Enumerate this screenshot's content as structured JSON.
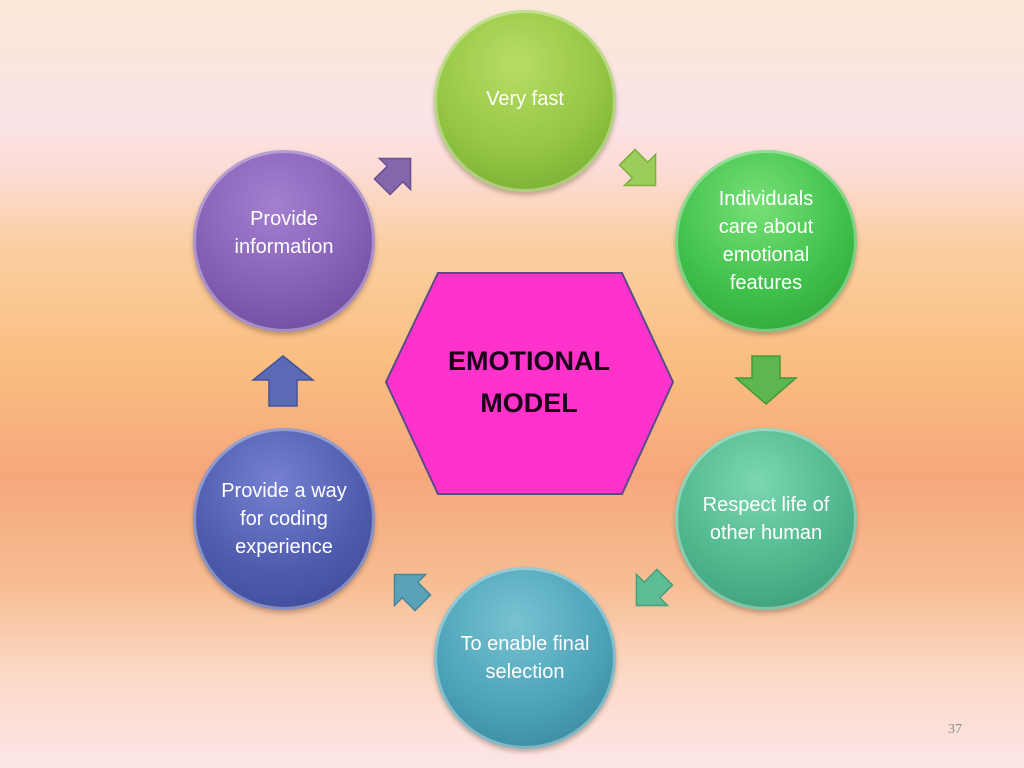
{
  "diagram": {
    "center": {
      "label": "EMOTIONAL MODEL",
      "color": "#ff33cc"
    },
    "nodes": [
      {
        "id": "very-fast",
        "label": "Very fast",
        "color": "#93c542"
      },
      {
        "id": "individuals-care",
        "label": "Individuals care about emotional features",
        "color": "#3fc04a"
      },
      {
        "id": "respect-life",
        "label": "Respect life of other human",
        "color": "#4fb68c"
      },
      {
        "id": "enable-selection",
        "label": "To enable final selection",
        "color": "#4ba2b6"
      },
      {
        "id": "coding-experience",
        "label": "Provide a way for coding experience",
        "color": "#4f5cad"
      },
      {
        "id": "provide-information",
        "label": "Provide information",
        "color": "#8460b4"
      }
    ],
    "flow": "clockwise"
  },
  "slide": {
    "page_number": "37"
  }
}
